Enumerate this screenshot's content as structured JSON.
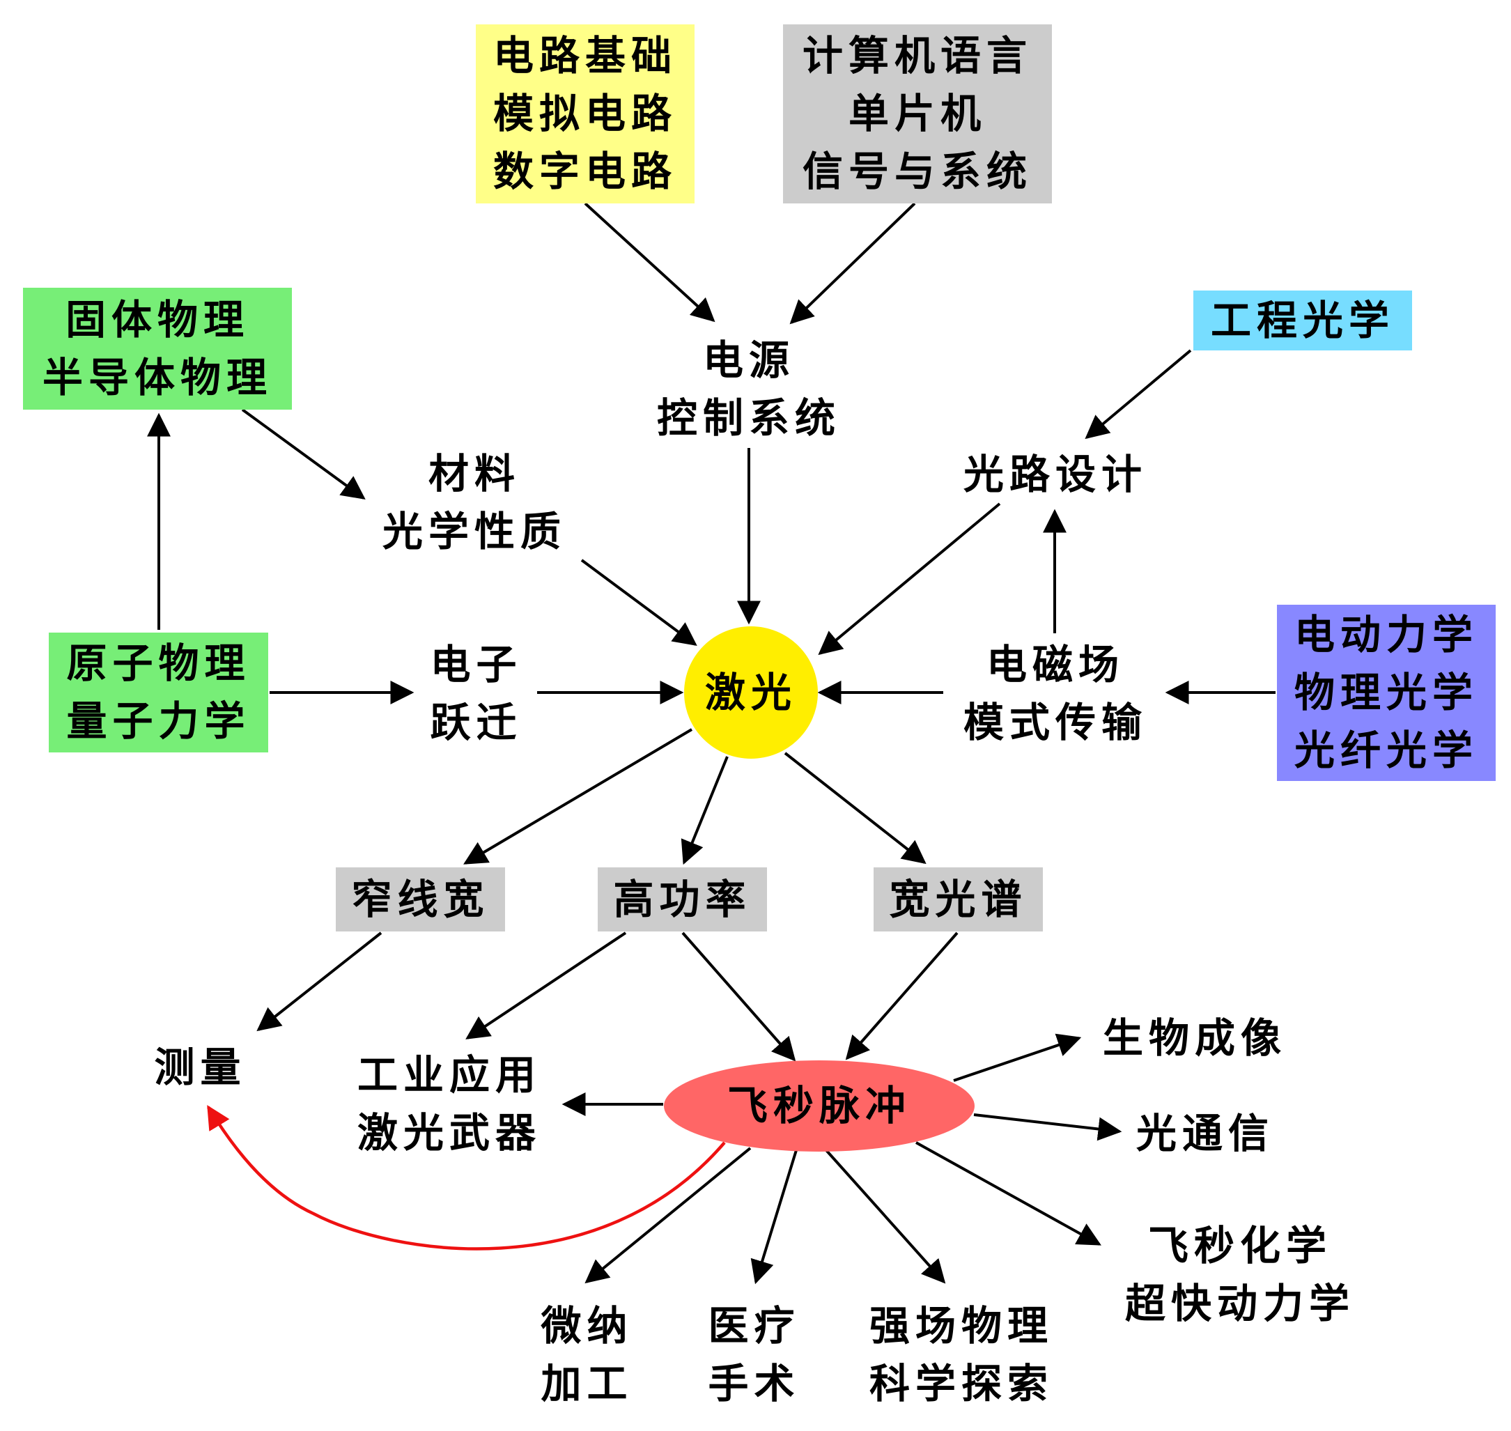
{
  "colors": {
    "yellow_box": "#ffff88",
    "gray_box": "#cccccc",
    "green_box": "#77ee77",
    "cyan_box": "#77ddff",
    "purple_box": "#8888ff",
    "laser_circle": "#ffee00",
    "femto_ellipse": "#ff6666",
    "arrow": "#000000",
    "curved_arrow": "#ee1111"
  },
  "nodes": {
    "circuit_basics": [
      "电路基础",
      "模拟电路",
      "数字电路"
    ],
    "computer": [
      "计算机语言",
      "单片机",
      "信号与系统"
    ],
    "solid_state": [
      "固体物理",
      "半导体物理"
    ],
    "engineering_optics": [
      "工程光学"
    ],
    "power_control": [
      "电源",
      "控制系统"
    ],
    "material": [
      "材料",
      "光学性质"
    ],
    "optical_design": [
      "光路设计"
    ],
    "atomic": [
      "原子物理",
      "量子力学"
    ],
    "electron": [
      "电子",
      "跃迁"
    ],
    "laser": [
      "激光"
    ],
    "em_field": [
      "电磁场",
      "模式传输"
    ],
    "electrodynamics": [
      "电动力学",
      "物理光学",
      "光纤光学"
    ],
    "narrow": [
      "窄线宽"
    ],
    "high_power": [
      "高功率"
    ],
    "broad": [
      "宽光谱"
    ],
    "measurement": [
      "测量"
    ],
    "industrial": [
      "工业应用",
      "激光武器"
    ],
    "femtosecond": [
      "飞秒脉冲"
    ],
    "bio_imaging": [
      "生物成像"
    ],
    "optical_comm": [
      "光通信"
    ],
    "femto_chem": [
      "飞秒化学",
      "超快动力学"
    ],
    "micro_nano": [
      "微纳",
      "加工"
    ],
    "medical": [
      "医疗",
      "手术"
    ],
    "strong_field": [
      "强场物理",
      "科学探索"
    ]
  }
}
